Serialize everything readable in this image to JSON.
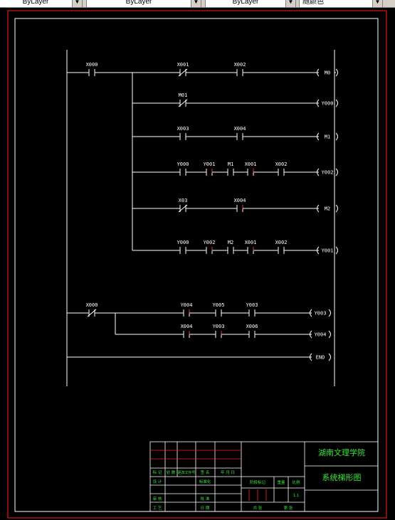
{
  "toolbar": {
    "linetype_value": "ByLayer",
    "lineweight_value": "ByLayer",
    "plotstyle_value": "随颜色"
  },
  "ladder": {
    "rung1": {
      "contacts": [
        "X000",
        "X001",
        "X002"
      ],
      "branches": [
        {
          "contacts": [
            "M01"
          ]
        },
        {
          "contacts": [
            "X003",
            "X004"
          ]
        },
        {
          "contacts": [
            "Y000",
            "Y001",
            "M1",
            "X001",
            "X002"
          ]
        },
        {
          "contacts": [
            "X03",
            "X004"
          ]
        },
        {
          "contacts": [
            "Y000",
            "Y002",
            "M2",
            "X001",
            "X002"
          ]
        }
      ],
      "coils": [
        "M0",
        "Y000",
        "M1",
        "Y002",
        "M2",
        "Y001"
      ]
    },
    "rung2": {
      "contacts": [
        "X000",
        "Y004",
        "Y005",
        "Y003"
      ],
      "branch": [
        "X004",
        "Y003",
        "X006"
      ],
      "coils": [
        "Y003",
        "Y004"
      ]
    },
    "end_label": "END"
  },
  "title_block": {
    "school": "湖南文理学院",
    "drawing_title": "系统梯形图",
    "row_labels": [
      "标 记",
      "处 数",
      "更改文件号",
      "签 名",
      "年 月 日"
    ],
    "left_labels": [
      "设 计",
      "审 核",
      "工 艺"
    ],
    "mid_labels": [
      "标准化",
      "批 准",
      "日 期"
    ],
    "stage_label": "阶段标记",
    "weight_label": "重量",
    "scale_label": "比例",
    "scale_value": "1:1",
    "sheet_label": "共   张",
    "page_label": "第   张"
  }
}
